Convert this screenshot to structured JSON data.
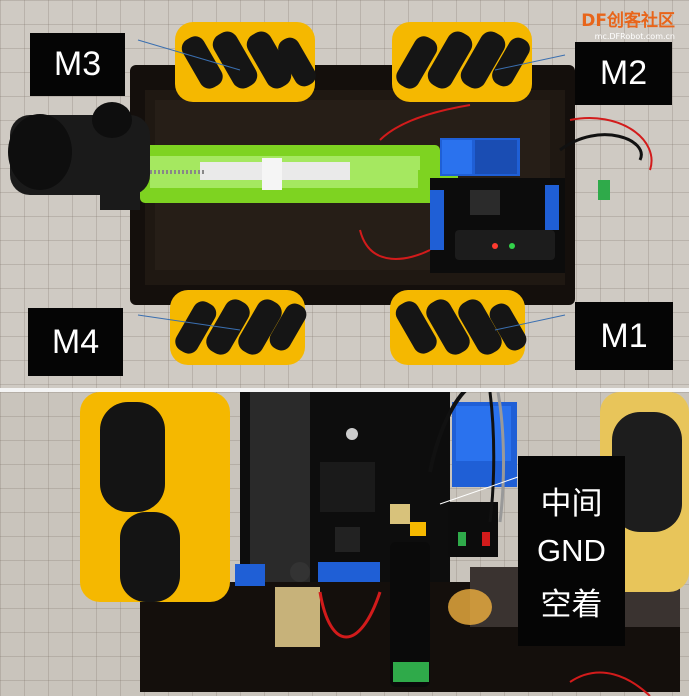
{
  "watermark": {
    "brand": "DF创客社区",
    "url": "mc.DFRobot.com.cn"
  },
  "labels": {
    "m3": "M3",
    "m2": "M2",
    "m4": "M4",
    "m1": "M1"
  },
  "annotation": {
    "line1": "中间",
    "line2": "GND",
    "line3": "空着"
  },
  "colors": {
    "chassis": "#1a1410",
    "wheel_yellow": "#f5b800",
    "roller_black": "#151515",
    "launcher_green": "#7ed321",
    "relay_blue": "#1f5fd6"
  }
}
